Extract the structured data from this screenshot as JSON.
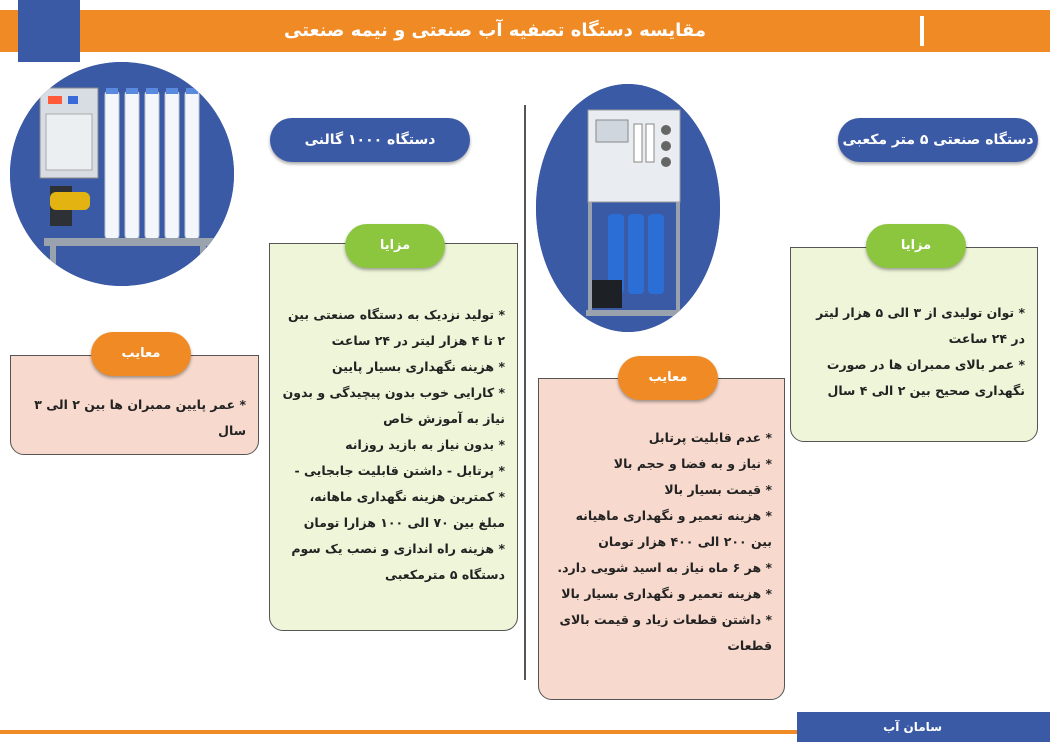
{
  "header": {
    "title": "مقایسه دستگاه تصفیه آب صنعتی و نیمه صنعتی"
  },
  "right_device": {
    "title": "دستگاه صنعتی ۵ متر مکعبی",
    "pros_label": "مزایا",
    "pros": [
      "* توان تولیدی از ۳ الی ۵ هزار لیتر در ۲۴ ساعت",
      "* عمر بالای ممبران ها در صورت نگهداری صحیح بین ۲ الی ۴ سال"
    ],
    "cons_label": "معایب",
    "cons": [
      "* عدم قابلیت پرتابل",
      "* نیاز و به فضا و حجم بالا",
      "* قیمت بسیار بالا",
      "* هزینه تعمیر و نگهداری ماهیانه بین ۲۰۰ الی ۴۰۰ هزار تومان",
      "* هر ۶ ماه نیاز به اسید شویی دارد.",
      "* هزینه تعمیر و نگهداری بسیار بالا",
      "* داشتن قطعات زیاد و قیمت بالای قطعات"
    ]
  },
  "left_device": {
    "title": "دستگاه ۱۰۰۰ گالنی",
    "pros_label": "مزایا",
    "pros": [
      "* تولید نزدیک به دستگاه صنعتی بین ۲ تا ۴ هزار لیتر در ۲۴ ساعت",
      "* هزینه نگهداری بسیار پایین",
      "* کارایی خوب بدون پیچیدگی و بدون نیاز به آموزش خاص",
      "* بدون نیاز به بازید روزانه",
      "* پرتابل - داشتن قابلیت جابجایی -",
      "* کمترین هزینه نگهداری ماهانه، مبلغ بین ۷۰ الی ۱۰۰ هزارا تومان",
      "* هزینه راه اندازی و نصب یک سوم دستگاه ۵ مترمکعبی"
    ],
    "cons_label": "معایب",
    "cons": [
      "* عمر پایین ممبران ها بین ۲ الی ۳ سال"
    ]
  },
  "footer": {
    "brand": "سامان آب"
  },
  "colors": {
    "orange": "#f08a24",
    "blue": "#3b5aa6",
    "green": "#8cc63f",
    "green_card": "#eef5d9",
    "pink_card": "#f7d9cd"
  }
}
